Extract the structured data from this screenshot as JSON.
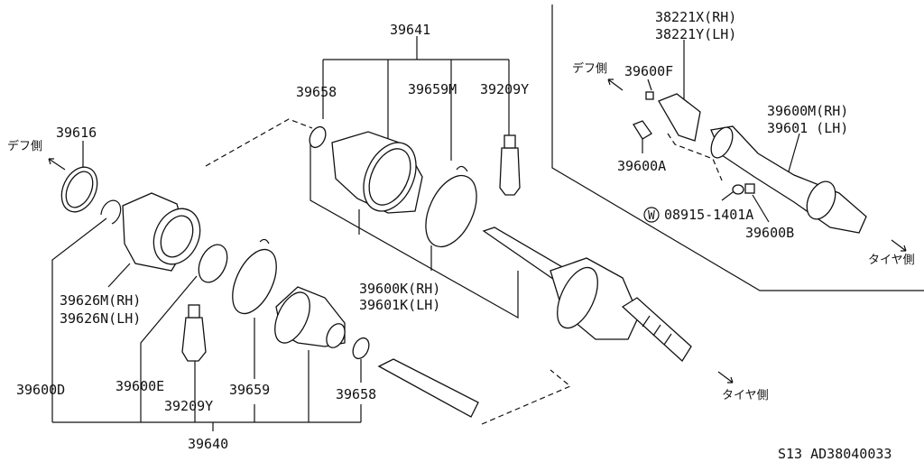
{
  "labels": {
    "p39641": "39641",
    "p39658_top": "39658",
    "p39659m": "39659M",
    "p39209y_top": "39209Y",
    "p39616": "39616",
    "diff_side_left": "デフ側",
    "p39626m": "39626M(RH)",
    "p39626n": "39626N(LH)",
    "p39600k": "39600K(RH)",
    "p39601k": "39601K(LH)",
    "p39600d": "39600D",
    "p39600e": "39600E",
    "p39209y_bot": "39209Y",
    "p39659": "39659",
    "p39658_bot": "39658",
    "p39640": "39640",
    "p38221x": "38221X(RH)",
    "p38221y": "38221Y(LH)",
    "diff_side_right": "デフ側",
    "p39600f": "39600F",
    "p39600m": "39600M(RH)",
    "p39601": "39601  (LH)",
    "p39600a": "39600A",
    "p08915": "08915-1401A",
    "washer_mark": "W",
    "p39600b": "39600B",
    "tire_side_right": "タイヤ側",
    "tire_side_main": "タイヤ側",
    "footer_code": "S13  AD38040033"
  },
  "colors": {
    "ink": "#111111",
    "paper": "#ffffff"
  }
}
